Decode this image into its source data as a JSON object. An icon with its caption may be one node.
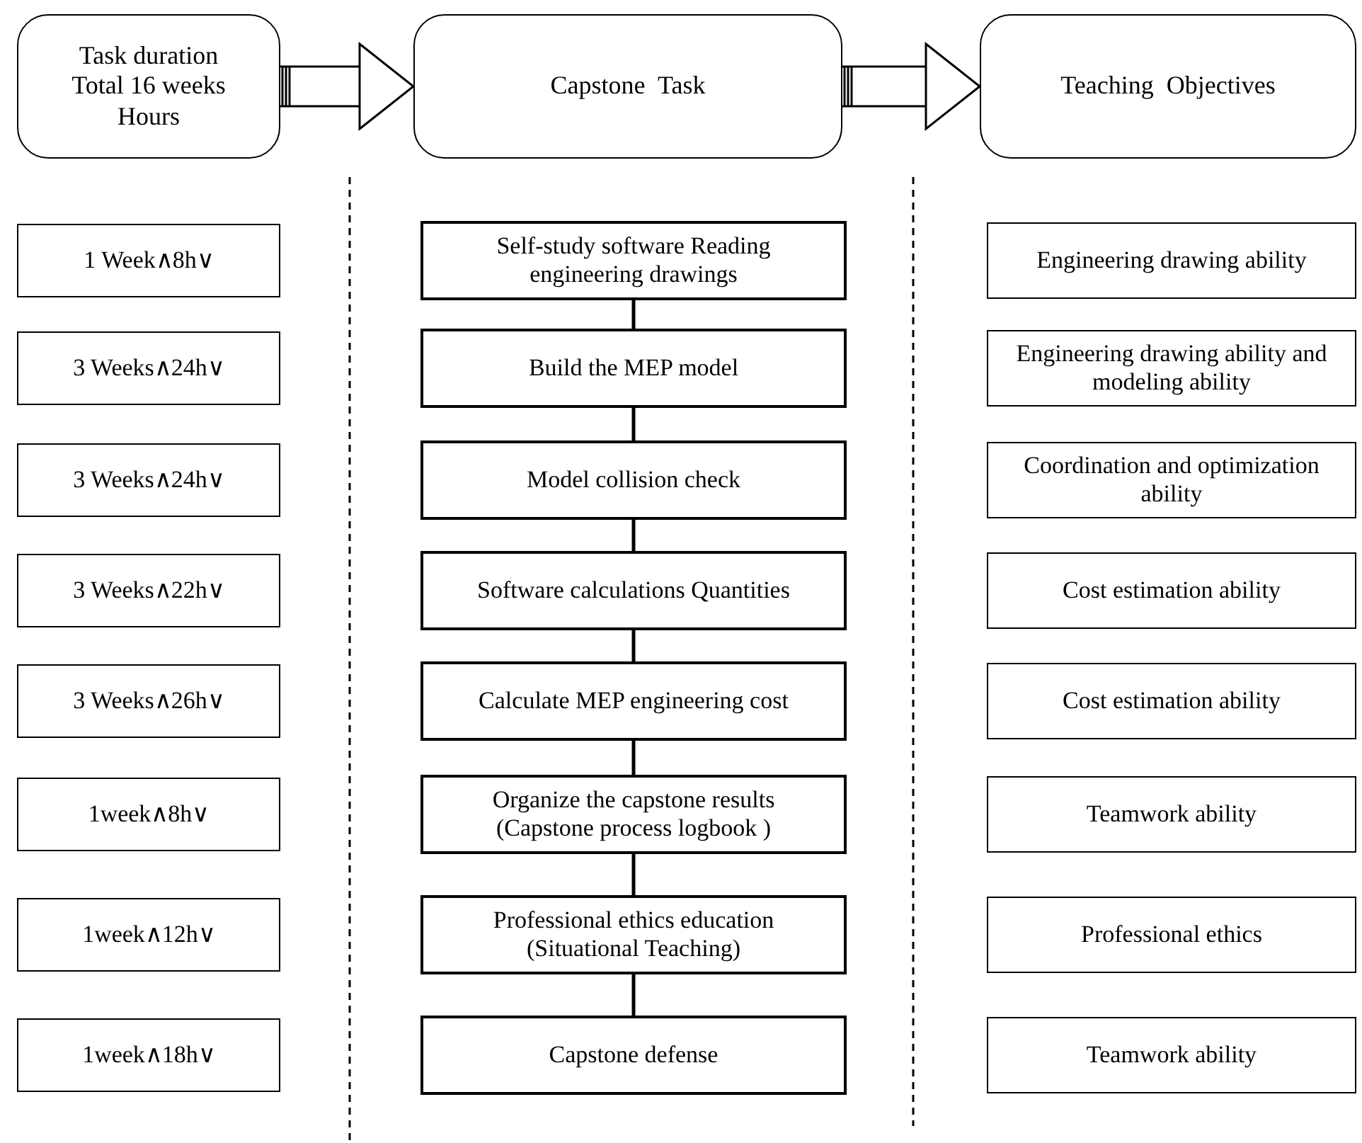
{
  "diagram": {
    "nodes": [
      {
        "text": [
          "Task duration Total 16 weeks Hours"
        ]
      },
      {
        "text": [
          "Capstone  Task"
        ]
      },
      {
        "text": [
          "Teaching  Objectives"
        ]
      },
      {
        "text": [
          "1 Week∧8h∨"
        ]
      },
      {
        "text": [
          "Self-study software Reading engineering drawings"
        ]
      },
      {
        "text": [
          "Engineering drawing ability"
        ]
      },
      {
        "text": [
          "3 Weeks∧24h∨"
        ]
      },
      {
        "text": [
          "Build the MEP model"
        ]
      },
      {
        "text": [
          "Engineering drawing ability and modeling ability"
        ]
      },
      {
        "text": [
          "3 Weeks∧24h∨"
        ]
      },
      {
        "text": [
          "Model collision check"
        ]
      },
      {
        "text": [
          "Coordination and optimization ability"
        ]
      },
      {
        "text": [
          "3 Weeks∧22h∨"
        ]
      },
      {
        "text": [
          "Software calculations Quantities"
        ]
      },
      {
        "text": [
          "Cost estimation ability"
        ]
      },
      {
        "text": [
          "3 Weeks∧26h∨"
        ]
      },
      {
        "text": [
          "Calculate MEP engineering cost"
        ]
      },
      {
        "text": [
          "Cost estimation ability"
        ]
      },
      {
        "text": [
          "1week∧8h∨"
        ]
      },
      {
        "text": [
          "Organize the capstone results (Capstone process logbook )"
        ]
      },
      {
        "text": [
          "Teamwork ability"
        ]
      },
      {
        "text": [
          "1week∧12h∨"
        ]
      },
      {
        "text": [
          "Professional ethics education (Situational Teaching)"
        ]
      },
      {
        "text": [
          "Professional ethics"
        ]
      },
      {
        "text": [
          "1week∧18h∨"
        ]
      },
      {
        "text": [
          "Capstone defense"
        ]
      },
      {
        "text": [
          "Teamwork ability"
        ]
      }
    ],
    "edges": [
      {
        "from": 0,
        "to": 1,
        "arrow": "to"
      },
      {
        "from": 1,
        "to": 2,
        "arrow": "to"
      },
      {
        "from": 4,
        "to": 7,
        "arrow": "none"
      },
      {
        "from": 7,
        "to": 10,
        "arrow": "none"
      },
      {
        "from": 10,
        "to": 13,
        "arrow": "none"
      },
      {
        "from": 13,
        "to": 16,
        "arrow": "none"
      },
      {
        "from": 16,
        "to": 19,
        "arrow": "none"
      },
      {
        "from": 19,
        "to": 22,
        "arrow": "none"
      },
      {
        "from": 22,
        "to": 25,
        "arrow": "none"
      }
    ]
  }
}
